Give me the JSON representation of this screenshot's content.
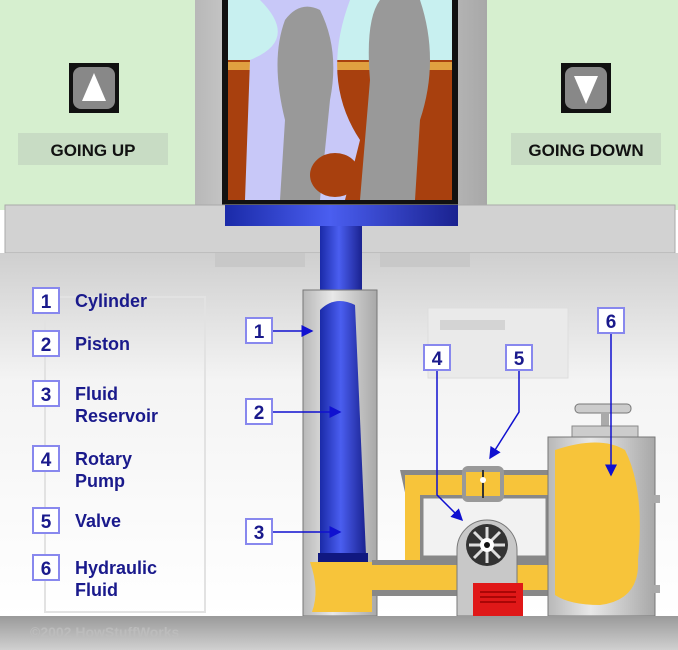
{
  "buttons": {
    "up": {
      "label": "GOING UP",
      "icon": "triangle-up-icon"
    },
    "down": {
      "label": "GOING DOWN",
      "icon": "triangle-down-icon"
    }
  },
  "legend": [
    {
      "num": "1",
      "lines": [
        "Cylinder"
      ]
    },
    {
      "num": "2",
      "lines": [
        "Piston"
      ]
    },
    {
      "num": "3",
      "lines": [
        "Fluid",
        "Reservoir"
      ]
    },
    {
      "num": "4",
      "lines": [
        "Rotary",
        "Pump"
      ]
    },
    {
      "num": "5",
      "lines": [
        "Valve"
      ]
    },
    {
      "num": "6",
      "lines": [
        "Hydraulic",
        "Fluid"
      ]
    }
  ],
  "callouts": [
    "1",
    "2",
    "3",
    "4",
    "5",
    "6"
  ],
  "copyright": "©2002 HowStuffWorks",
  "colors": {
    "label_text": "#1a1a8c",
    "fluid": "#f7c43a",
    "piston": "#2a3fc8",
    "wall": "#d8f0d0",
    "pump_motor": "#e01818"
  }
}
